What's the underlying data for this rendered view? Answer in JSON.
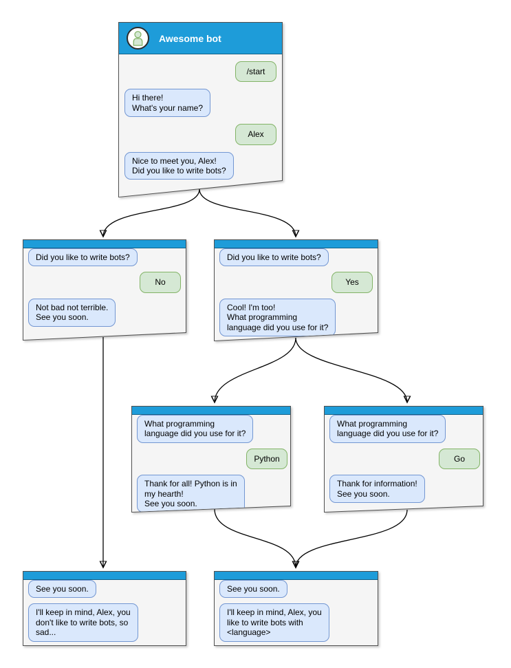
{
  "palette": {
    "header_blue": "#1e9cd9",
    "window_fill": "#f5f5f5",
    "window_border": "#4f4f4f",
    "bot_bubble_fill": "#dae8fc",
    "bot_bubble_border": "#7296d2",
    "user_bubble_fill": "#d5e8d4",
    "user_bubble_border": "#82b366",
    "edge_color": "#000000"
  },
  "diagram": {
    "windows": [
      {
        "id": "start",
        "title": "Awesome bot",
        "avatar_icon": "person-icon",
        "messages": [
          {
            "from": "user",
            "text": "/start"
          },
          {
            "from": "bot",
            "text": "Hi there!\nWhat's your name?"
          },
          {
            "from": "user",
            "text": "Alex"
          },
          {
            "from": "bot",
            "text": "Nice to meet you, Alex!\nDid you like to write bots?"
          }
        ]
      },
      {
        "id": "branch-no",
        "messages": [
          {
            "from": "bot",
            "text": "Did you like to write bots?"
          },
          {
            "from": "user",
            "text": "No"
          },
          {
            "from": "bot",
            "text": "Not bad not terrible.\nSee you soon."
          }
        ]
      },
      {
        "id": "branch-yes",
        "messages": [
          {
            "from": "bot",
            "text": "Did you like to write bots?"
          },
          {
            "from": "user",
            "text": "Yes"
          },
          {
            "from": "bot",
            "text": "Cool! I'm too!\nWhat programming\nlanguage did you use for it?"
          }
        ]
      },
      {
        "id": "branch-python",
        "messages": [
          {
            "from": "bot",
            "text": "What programming\nlanguage did you use for it?"
          },
          {
            "from": "user",
            "text": "Python"
          },
          {
            "from": "bot",
            "text": "Thank for all! Python is in\nmy hearth!\nSee you soon."
          }
        ]
      },
      {
        "id": "branch-go",
        "messages": [
          {
            "from": "bot",
            "text": "What programming\nlanguage did you use for it?"
          },
          {
            "from": "user",
            "text": "Go"
          },
          {
            "from": "bot",
            "text": "Thank for information!\nSee you soon."
          }
        ]
      },
      {
        "id": "end-no",
        "messages": [
          {
            "from": "bot",
            "text": "See you soon."
          },
          {
            "from": "bot",
            "text": "I'll keep in mind, Alex, you\ndon't like to write bots, so\nsad..."
          }
        ]
      },
      {
        "id": "end-language",
        "messages": [
          {
            "from": "bot",
            "text": "See you soon."
          },
          {
            "from": "bot",
            "text": "I'll keep in mind, Alex, you\nlike to write bots with\n<language>"
          }
        ]
      }
    ]
  }
}
